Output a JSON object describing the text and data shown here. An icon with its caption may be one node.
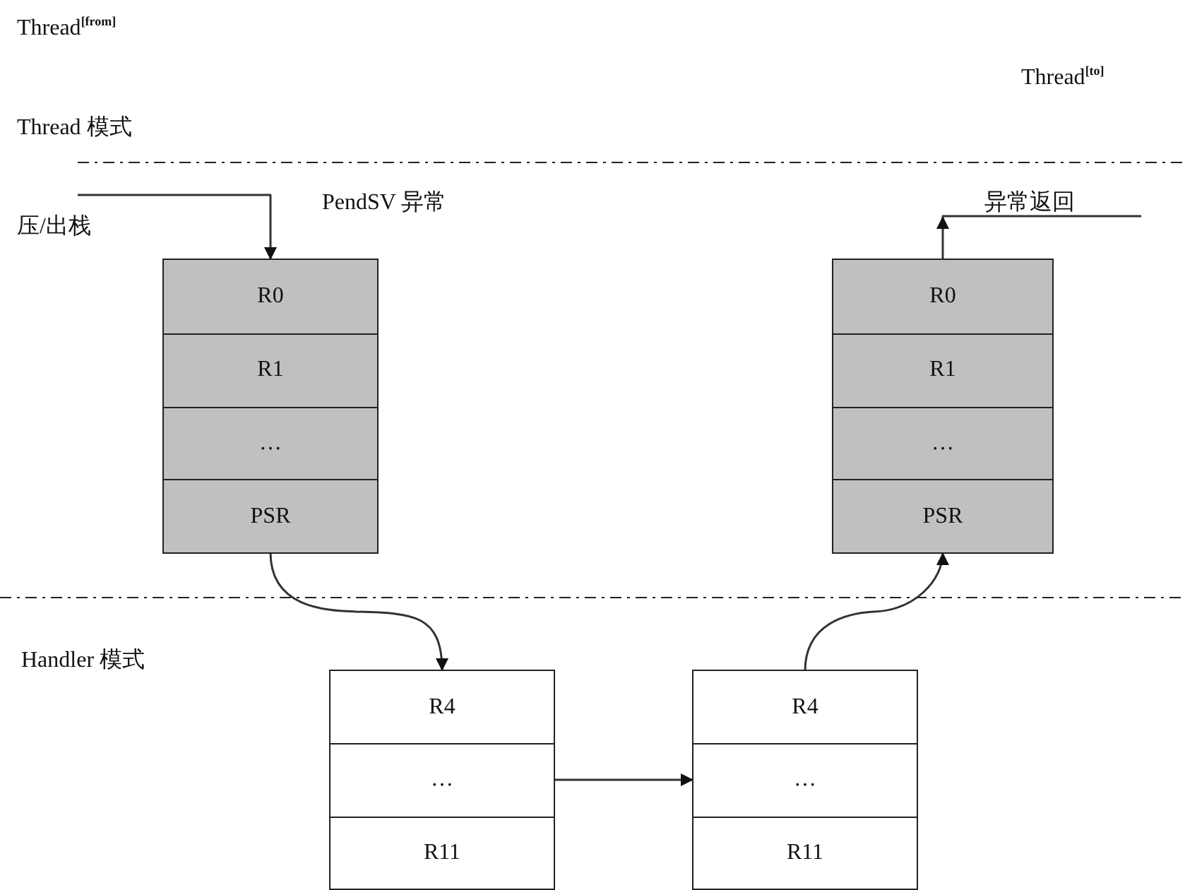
{
  "diagram": {
    "nodes": [
      {
        "text": [
          "Thread$^{[from]}$"
        ]
      },
      {
        "text": [
          "Thread$^{[to]}$"
        ]
      },
      {
        "text": [],
        "shape": "box"
      },
      {
        "text": [
          "R0"
        ],
        "in": 2
      },
      {
        "text": [
          "R1"
        ],
        "in": 2
      },
      {
        "text": [
          "…"
        ],
        "in": 2
      },
      {
        "text": [
          "PSR"
        ],
        "in": 2
      },
      {
        "text": [],
        "shape": "box"
      },
      {
        "text": [
          "R0"
        ],
        "in": 7
      },
      {
        "text": [
          "R1"
        ],
        "in": 7
      },
      {
        "text": [
          "…"
        ],
        "in": 7
      },
      {
        "text": [
          "PSR"
        ],
        "in": 7
      },
      {
        "text": [],
        "shape": "box"
      },
      {
        "text": [
          "R4"
        ],
        "in": 12
      },
      {
        "text": [
          "…"
        ],
        "in": 12
      },
      {
        "text": [
          "R11"
        ],
        "in": 12
      },
      {
        "text": [],
        "shape": "box"
      },
      {
        "text": [
          "R4"
        ],
        "in": 16
      },
      {
        "text": [
          "…"
        ],
        "in": 16
      },
      {
        "text": [
          "R11"
        ],
        "in": 16
      }
    ],
    "edges": [
      {
        "from": 0,
        "to": 3,
        "arrow": "to"
      },
      {
        "from": 6,
        "to": 13,
        "arrow": "to"
      },
      {
        "from": 14,
        "to": 18,
        "arrow": "to"
      },
      {
        "from": 17,
        "to": 11,
        "arrow": "to"
      },
      {
        "from": 8,
        "to": 1,
        "arrow": "to"
      }
    ],
    "labels": [
      "Thread 模式",
      "PendSV 异常",
      "异常返回",
      "压/出栈",
      "Handler 模式"
    ]
  }
}
